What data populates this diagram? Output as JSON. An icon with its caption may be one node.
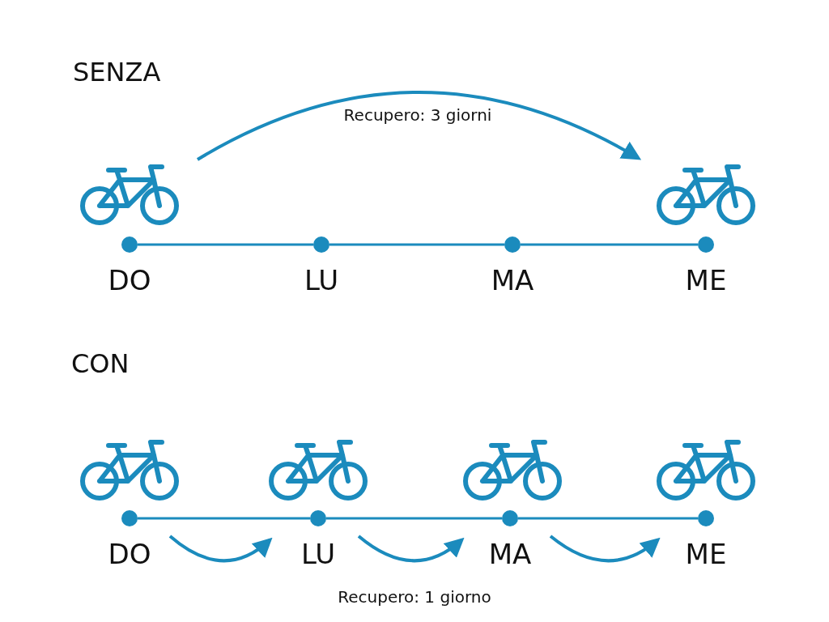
{
  "diagram": {
    "nodes": [
      {
        "text": [],
        "shape": "bicycle"
      },
      {
        "text": [],
        "shape": "bicycle"
      },
      {
        "text": [
          "DO"
        ]
      },
      {
        "text": [
          "LU"
        ]
      },
      {
        "text": [
          "MA"
        ]
      },
      {
        "text": [
          "ME"
        ]
      },
      {
        "text": [],
        "shape": "bicycle"
      },
      {
        "text": [],
        "shape": "bicycle"
      },
      {
        "text": [],
        "shape": "bicycle"
      },
      {
        "text": [],
        "shape": "bicycle"
      },
      {
        "text": [
          "DO"
        ]
      },
      {
        "text": [
          "LU"
        ]
      },
      {
        "text": [
          "MA"
        ]
      },
      {
        "text": [
          "ME"
        ]
      }
    ],
    "edges": [
      {
        "from": 0,
        "to": 1,
        "arrow": "to",
        "label": "Recupero: 3 giorni"
      },
      {
        "from": 2,
        "to": 3,
        "arrow": "none"
      },
      {
        "from": 3,
        "to": 4,
        "arrow": "none"
      },
      {
        "from": 4,
        "to": 5,
        "arrow": "none"
      },
      {
        "from": 10,
        "to": 11,
        "arrow": "none"
      },
      {
        "from": 11,
        "to": 12,
        "arrow": "none"
      },
      {
        "from": 12,
        "to": 13,
        "arrow": "none"
      },
      {
        "from": 10,
        "to": 11,
        "arrow": "to"
      },
      {
        "from": 11,
        "to": 12,
        "arrow": "to"
      },
      {
        "from": 12,
        "to": 13,
        "arrow": "to"
      }
    ],
    "labels": [
      "SENZA",
      "CON",
      "Recupero: 1 giorno"
    ]
  }
}
